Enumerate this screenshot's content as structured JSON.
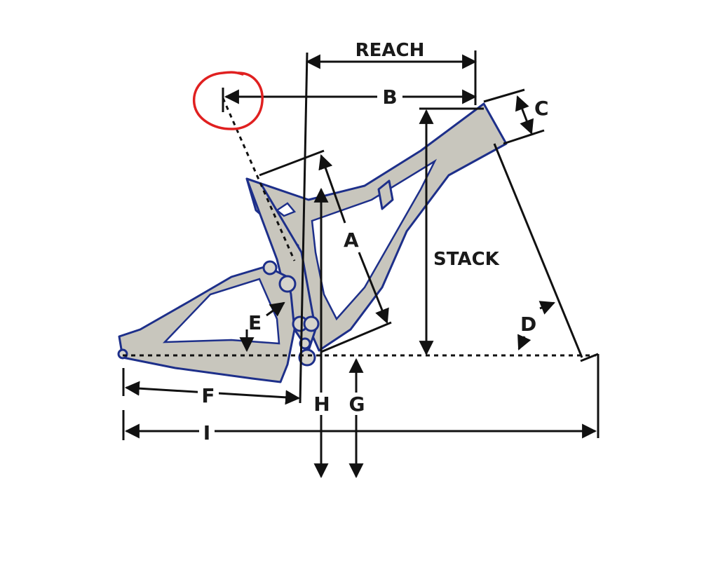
{
  "labels": {
    "reach": "REACH",
    "stack": "STACK",
    "a": "A",
    "b": "B",
    "c": "C",
    "d": "D",
    "e": "E",
    "f": "F",
    "g": "G",
    "h": "H",
    "i": "I"
  },
  "colors": {
    "frame_fill": "#c8c6bd",
    "frame_outline": "#1d2f8a",
    "dimension_lines": "#111111",
    "annotation_circle": "#e02020"
  }
}
